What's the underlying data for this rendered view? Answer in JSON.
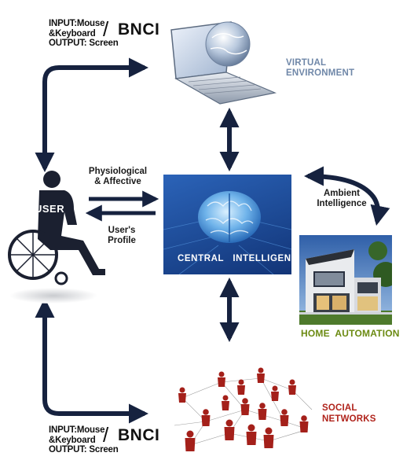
{
  "top_io": {
    "input_line1": "INPUT:Mouse",
    "input_line2": "&Keyboard",
    "output": "OUTPUT: Screen"
  },
  "bottom_io": {
    "input_line1": "INPUT:Mouse",
    "input_line2": "&Keyboard",
    "output": "OUTPUT: Screen"
  },
  "bnci_label": "BNCI",
  "separator": "/",
  "virtual_environment": {
    "line1": "VIRTUAL",
    "line2": "ENVIRONMENT"
  },
  "user_label": "USER",
  "physiological": {
    "line1": "Physiological",
    "line2": "& Affective"
  },
  "user_profile": {
    "line1": "User's",
    "line2": "Profile"
  },
  "central_intelligence": "CENTRAL   INTELLIGENCE",
  "ambient_intelligence": {
    "line1": "Ambient",
    "line2": "Intelligence"
  },
  "home_automation": "HOME  AUTOMATION",
  "social_networks": {
    "line1": "SOCIAL",
    "line2": "NETWORKS"
  },
  "colors": {
    "arrow": "#16223f",
    "virtual_label": "#6f87a8",
    "home_label": "#6b8a12",
    "social_label": "#b0231b",
    "central_bg": "#1f4f9c"
  }
}
